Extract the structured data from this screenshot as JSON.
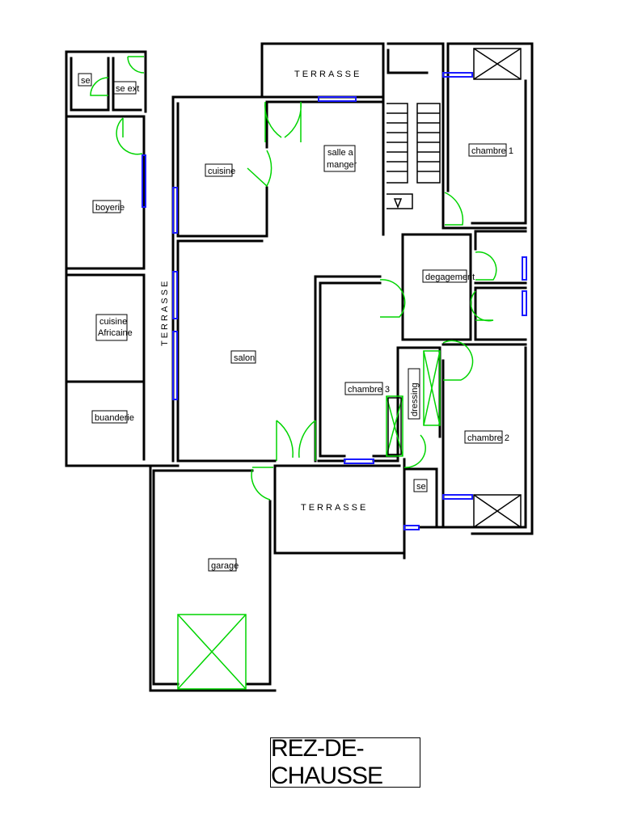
{
  "rooms": {
    "se": "se",
    "se_ext": "se ext",
    "boyerie": "boyerie",
    "cuisine_africaine_1": "cuisine",
    "cuisine_africaine_2": "Africaine",
    "buanderie": "buanderie",
    "cuisine": "cuisine",
    "salle_a_manger_1": "salle a",
    "salle_a_manger_2": "manger",
    "chambre_1": "chambre 1",
    "degagement": "degagement",
    "salon": "salon",
    "chambre_3": "chambre 3",
    "dressing": "dressing",
    "chambre_2": "chambre 2",
    "se_2": "se",
    "garage": "garage"
  },
  "terraces": {
    "top": "TERRASSE",
    "left": "TERRASSE",
    "bottom": "TERRASSE"
  },
  "title": "REZ-DE-CHAUSSE",
  "colors": {
    "walls": "#000000",
    "doors": "#00d400",
    "windows": "#1a1aff"
  }
}
